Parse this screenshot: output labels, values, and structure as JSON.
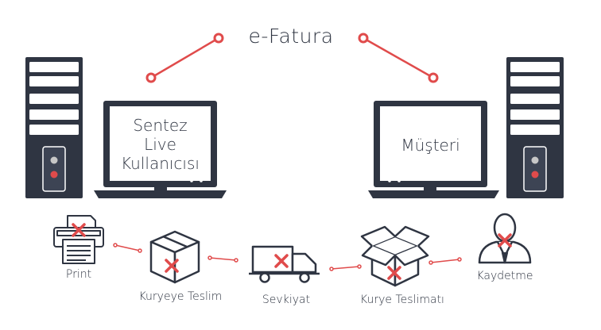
{
  "title": "e-Fatura",
  "left_computer": {
    "screen_lines": [
      "Sentez",
      "Live",
      "Kullanıcısı"
    ]
  },
  "right_computer": {
    "screen_text": "Müşteri"
  },
  "steps": [
    {
      "label": "Print",
      "icon": "printer-icon"
    },
    {
      "label": "Kuryeye Teslim",
      "icon": "box-icon"
    },
    {
      "label": "Sevkiyat",
      "icon": "truck-icon"
    },
    {
      "label": "Kurye Teslimatı",
      "icon": "open-box-icon"
    },
    {
      "label": "Kaydetme",
      "icon": "person-icon"
    }
  ],
  "colors": {
    "dark": "#2f3542",
    "accent": "#e04b4b",
    "screen": "#ffffff"
  }
}
